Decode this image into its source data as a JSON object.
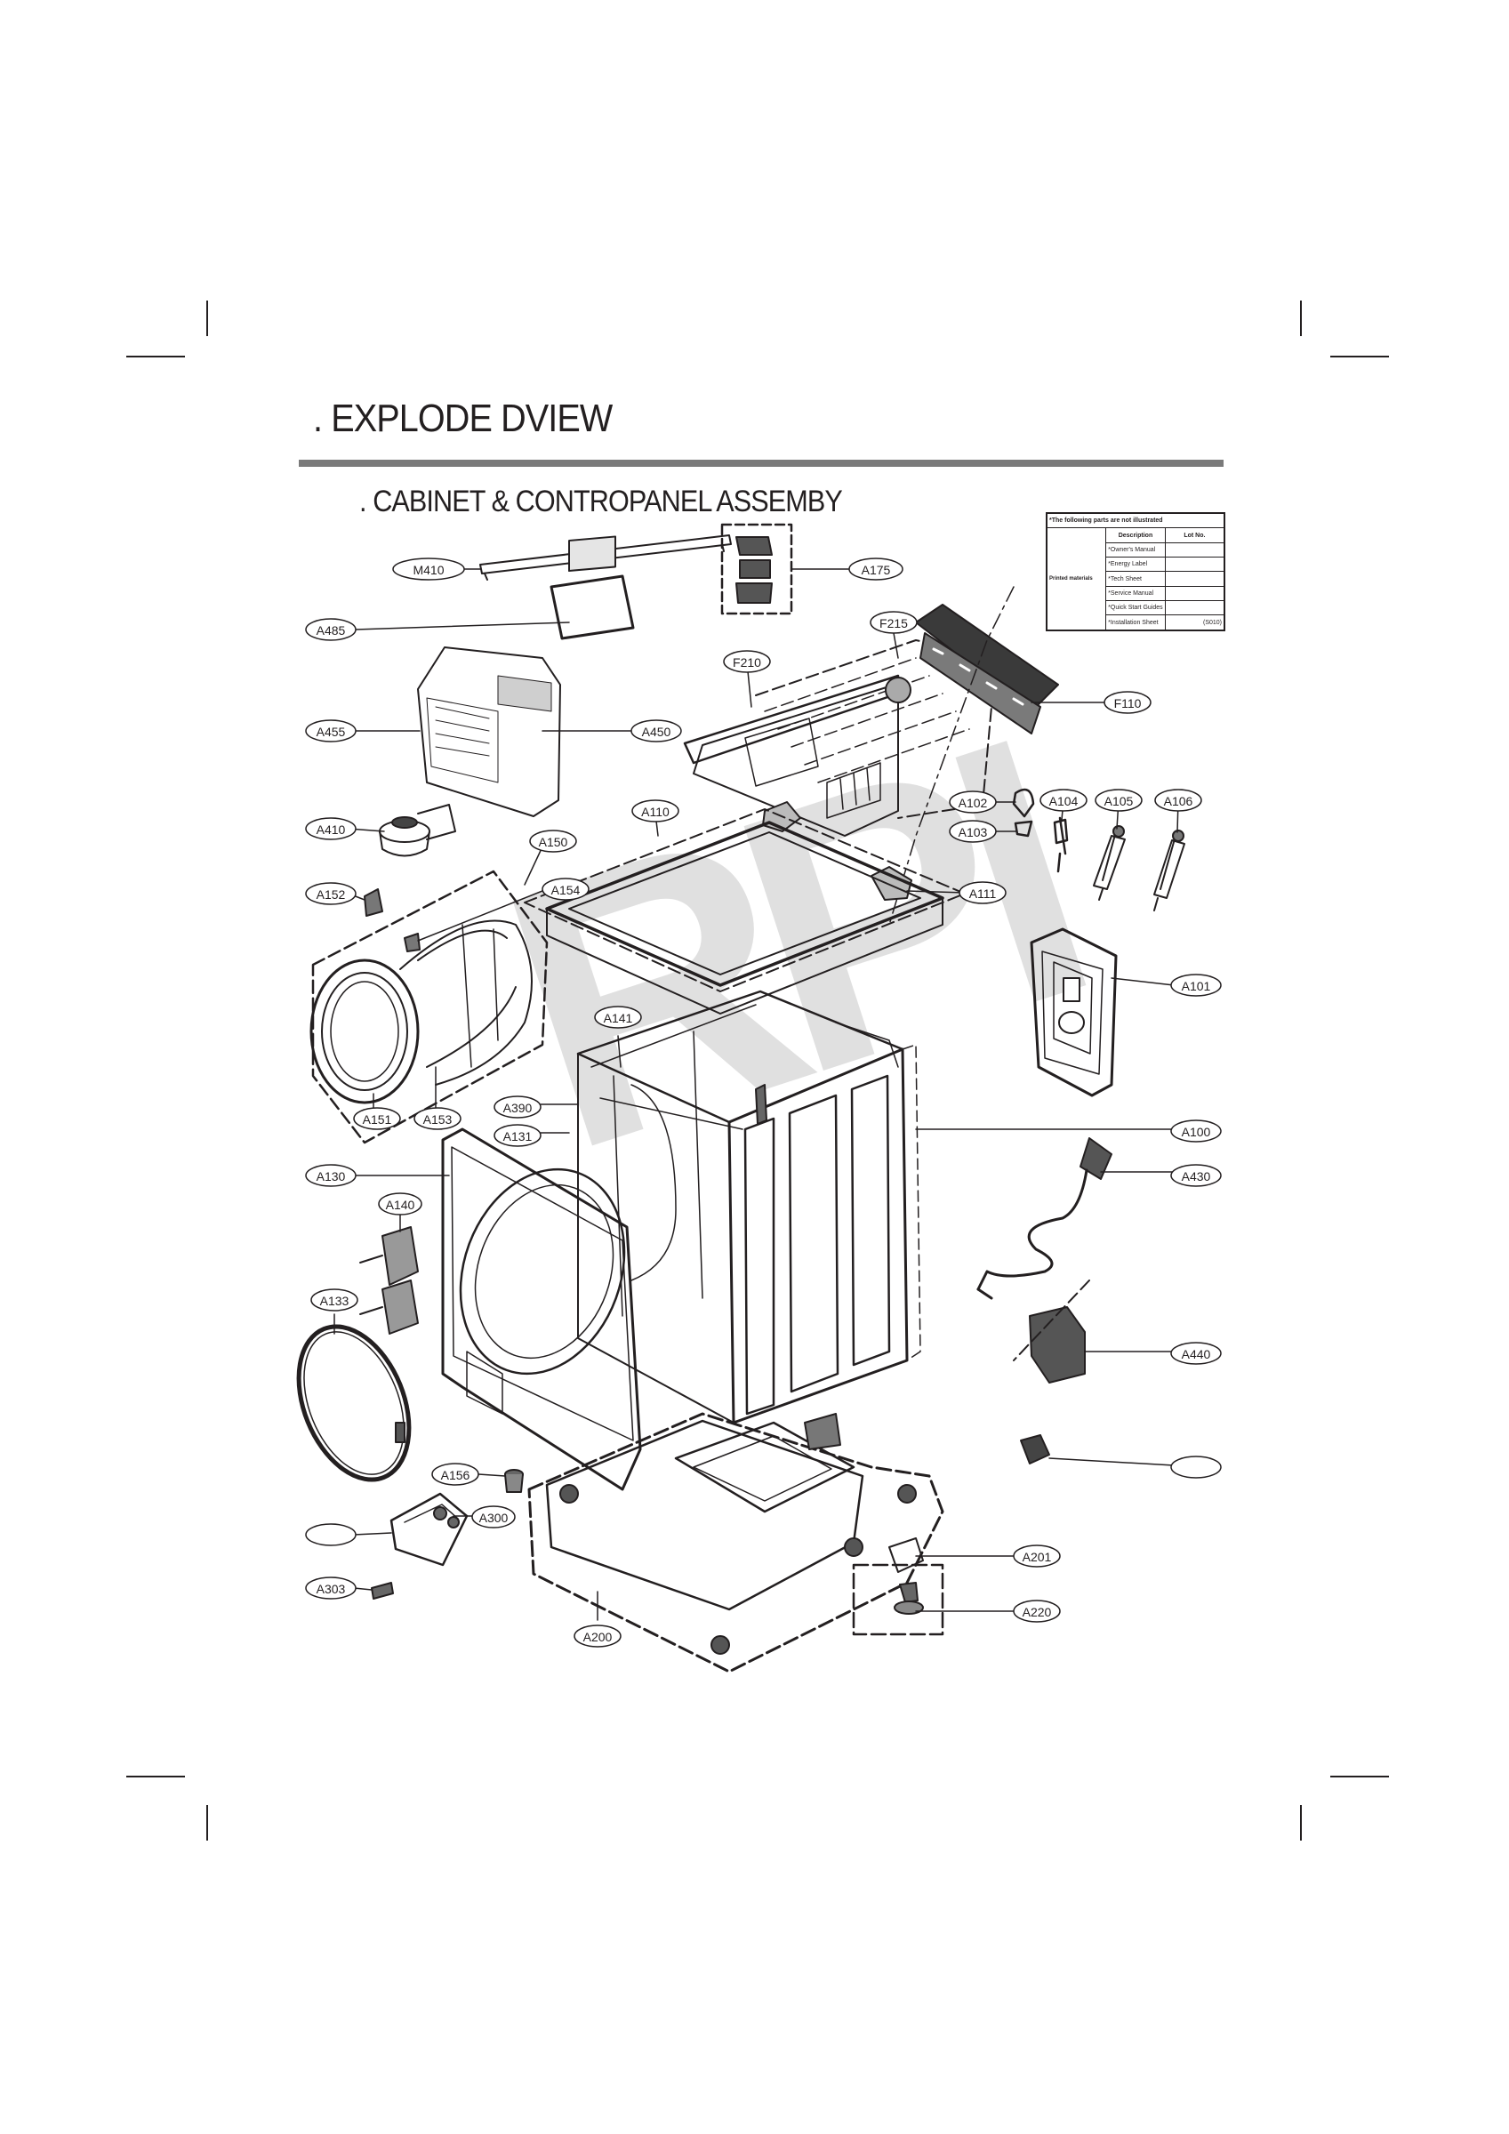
{
  "page_title": ". EXPLODE DVIEW",
  "section_title": ".   CABINET & CONTROPANEL ASSEMBY",
  "watermark": "RPI",
  "parts_table": {
    "caption": "*The following parts are not illustrated",
    "headers": [
      "Description",
      "Lot No."
    ],
    "group_label": "Printed materials",
    "rows": [
      "*Owner's Manual",
      "*Energy Label",
      "*Tech Sheet",
      "*Service Manual",
      "*Quick Start Guides",
      "*Installation Sheet"
    ],
    "code": "(S010)"
  },
  "callouts": [
    {
      "id": "m410",
      "label": "M410"
    },
    {
      "id": "a175",
      "label": "A175"
    },
    {
      "id": "a485",
      "label": "A485"
    },
    {
      "id": "f215",
      "label": "F215"
    },
    {
      "id": "f210",
      "label": "F210"
    },
    {
      "id": "f110",
      "label": "F110"
    },
    {
      "id": "a455",
      "label": "A455"
    },
    {
      "id": "a450",
      "label": "A450"
    },
    {
      "id": "a102",
      "label": "A102"
    },
    {
      "id": "a104",
      "label": "A104"
    },
    {
      "id": "a105",
      "label": "A105"
    },
    {
      "id": "a106",
      "label": "A106"
    },
    {
      "id": "a110",
      "label": "A110"
    },
    {
      "id": "a103",
      "label": "A103"
    },
    {
      "id": "a410",
      "label": "A410"
    },
    {
      "id": "a150",
      "label": "A150"
    },
    {
      "id": "a152",
      "label": "A152"
    },
    {
      "id": "a154",
      "label": "A154"
    },
    {
      "id": "a111",
      "label": "A111"
    },
    {
      "id": "a101",
      "label": "A101"
    },
    {
      "id": "a141",
      "label": "A141"
    },
    {
      "id": "a390",
      "label": "A390"
    },
    {
      "id": "a151",
      "label": "A151"
    },
    {
      "id": "a153",
      "label": "A153"
    },
    {
      "id": "a131",
      "label": "A131"
    },
    {
      "id": "a100",
      "label": "A100"
    },
    {
      "id": "a130",
      "label": "A130"
    },
    {
      "id": "a430",
      "label": "A430"
    },
    {
      "id": "a140",
      "label": "A140"
    },
    {
      "id": "a133",
      "label": "A133"
    },
    {
      "id": "a440",
      "label": "A440"
    },
    {
      "id": "blank1",
      "label": ""
    },
    {
      "id": "a156",
      "label": "A156"
    },
    {
      "id": "a300",
      "label": "A300"
    },
    {
      "id": "blank2",
      "label": ""
    },
    {
      "id": "a201",
      "label": "A201"
    },
    {
      "id": "a303",
      "label": "A303"
    },
    {
      "id": "a220",
      "label": "A220"
    },
    {
      "id": "a200",
      "label": "A200"
    }
  ]
}
